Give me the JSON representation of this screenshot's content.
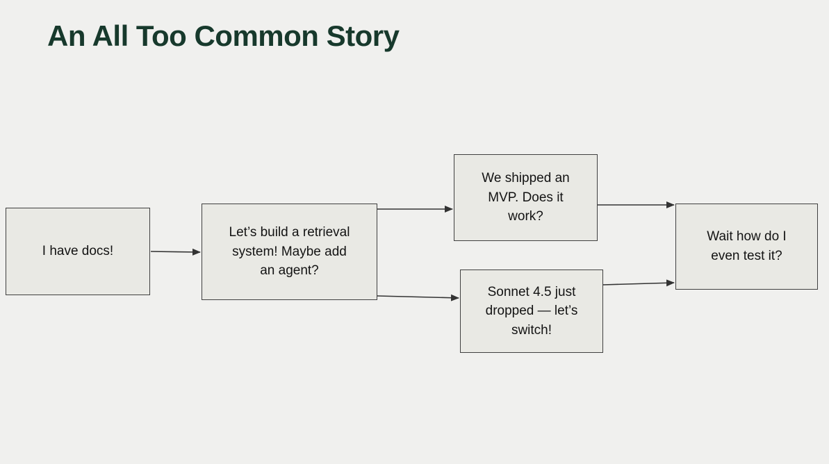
{
  "slide": {
    "title": "An All Too Common Story"
  },
  "diagram": {
    "type": "flowchart",
    "nodes": [
      {
        "id": "docs",
        "label": "I have docs!"
      },
      {
        "id": "build",
        "label": "Let’s build a retrieval\nsystem! Maybe add\nan agent?"
      },
      {
        "id": "mvp",
        "label": "We shipped an\nMVP. Does it\nwork?"
      },
      {
        "id": "sonnet",
        "label": "Sonnet 4.5 just\ndropped — let’s\nswitch!"
      },
      {
        "id": "test",
        "label": "Wait how do I\neven test it?"
      }
    ],
    "edges": [
      {
        "from": "docs",
        "to": "build"
      },
      {
        "from": "build",
        "to": "mvp"
      },
      {
        "from": "build",
        "to": "sonnet"
      },
      {
        "from": "mvp",
        "to": "test"
      },
      {
        "from": "sonnet",
        "to": "test"
      }
    ]
  },
  "colors": {
    "background": "#f0f0ee",
    "node_fill": "#e9e9e4",
    "node_border": "#3f3f3f",
    "node_text": "#131313",
    "arrow": "#333333",
    "title": "#17392c"
  }
}
